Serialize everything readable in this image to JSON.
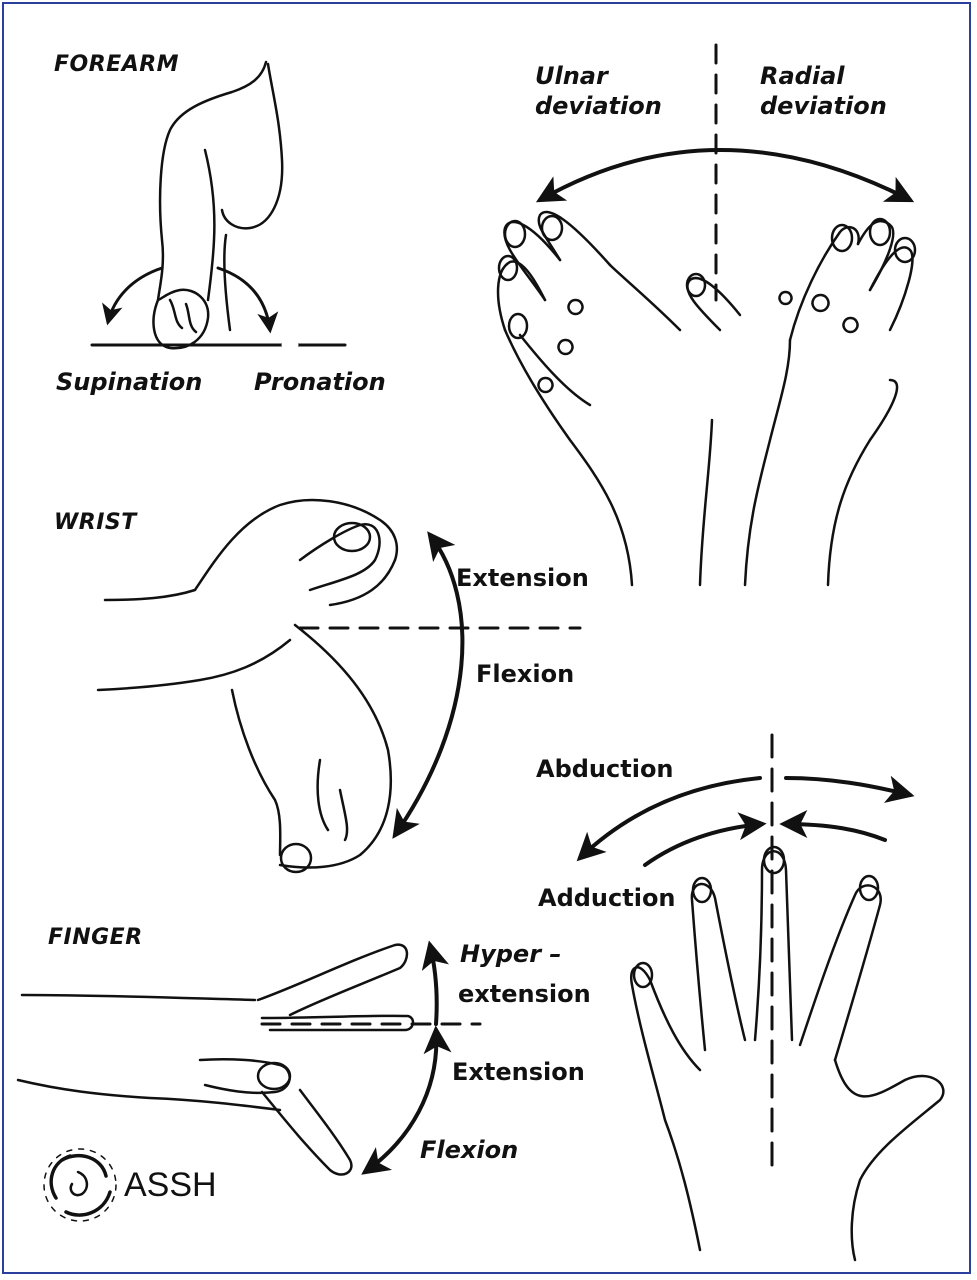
{
  "sections": {
    "forearm": "FOREARM",
    "wrist": "WRIST",
    "finger": "FINGER"
  },
  "forearm": {
    "supination": "Supination",
    "pronation": "Pronation"
  },
  "deviation": {
    "ulnar_line1": "Ulnar",
    "ulnar_line2": "deviation",
    "radial_line1": "Radial",
    "radial_line2": "deviation"
  },
  "wrist": {
    "extension": "Extension",
    "flexion": "Flexion"
  },
  "fingers": {
    "abduction": "Abduction",
    "adduction": "Adduction"
  },
  "finger": {
    "hyper_line1": "Hyper –",
    "hyper_line2": "extension",
    "extension": "Extension",
    "flexion": "Flexion"
  },
  "logo": {
    "text": "ASSH",
    "icon": "triple-swirl-icon"
  },
  "colors": {
    "border": "#2b3f9e",
    "ink": "#111111"
  }
}
